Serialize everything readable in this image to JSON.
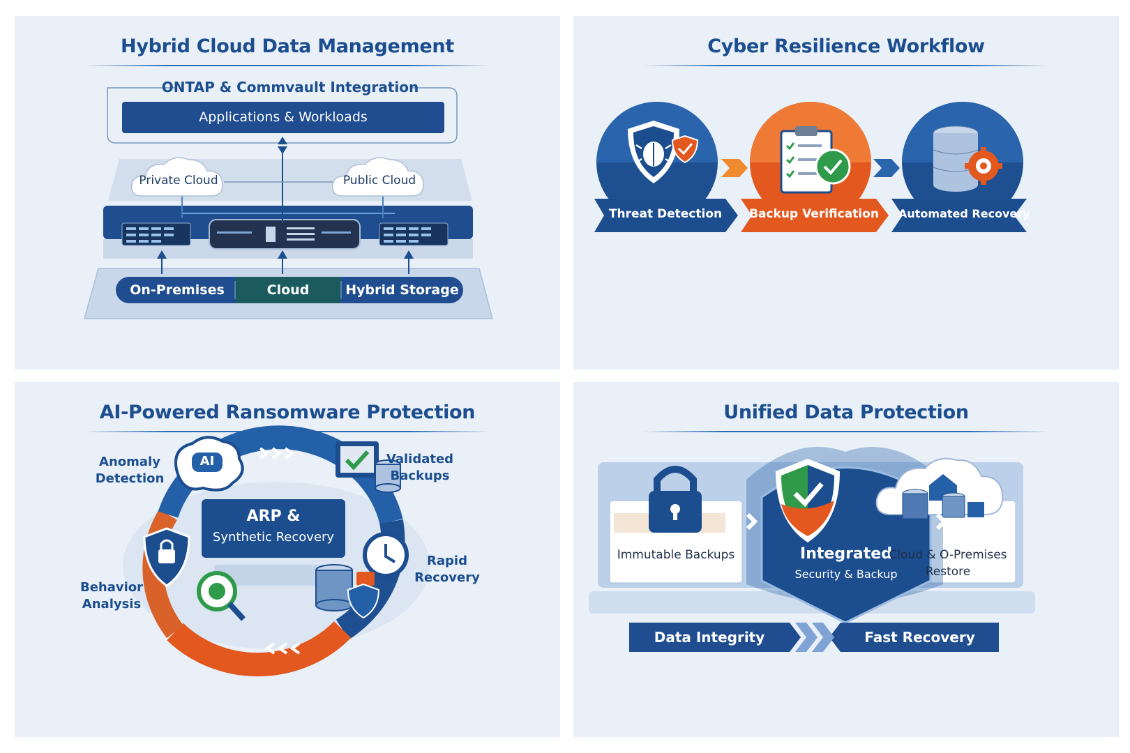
{
  "panels": {
    "hybrid": {
      "title": "Hybrid Cloud Data Management",
      "subtitle": "ONTAP & Commvault Integration",
      "apps": "Applications & Workloads",
      "private_cloud": "Private Cloud",
      "public_cloud": "Public Cloud",
      "tiers": [
        "On-Premises",
        "Cloud",
        "Hybrid Storage"
      ]
    },
    "cyber": {
      "title": "Cyber Resilience Workflow",
      "steps": [
        "Threat Detection",
        "Backup Verification",
        "Automated Recovery"
      ]
    },
    "ai": {
      "title": "AI-Powered Ransomware Protection",
      "center_line1": "ARP &",
      "center_line2": "Synthetic Recovery",
      "ai_badge": "AI",
      "anomaly": [
        "Anomaly",
        "Detection"
      ],
      "validated": [
        "Validated",
        "Backups"
      ],
      "rapid": [
        "Rapid",
        "Recovery"
      ],
      "behavior": [
        "Behavior",
        "Analysis"
      ]
    },
    "unified": {
      "title": "Unified Data Protection",
      "immutable": "Immutable Backups",
      "integrated_line1": "Integrated",
      "integrated_line2": "Security & Backup",
      "restore_line1": "Cloud & O-Premises",
      "restore_line2": "Restore",
      "integrity": "Data Integrity",
      "fast": "Fast Recovery"
    }
  },
  "colors": {
    "navy": "#1b4d8f",
    "blue": "#2460a8",
    "orange": "#e2581f",
    "green": "#2e9a4a",
    "panel_bg": "#e9f0f8"
  },
  "icons": [
    "bug-shield-icon",
    "clipboard-check-icon",
    "database-gear-icon",
    "brain-ai-icon",
    "laptop-check-icon",
    "padlock-shield-icon",
    "magnifier-icon",
    "clock-refresh-icon",
    "database-shield-icon",
    "padlock-icon",
    "shield-check-icon",
    "cloud-database-icon"
  ]
}
